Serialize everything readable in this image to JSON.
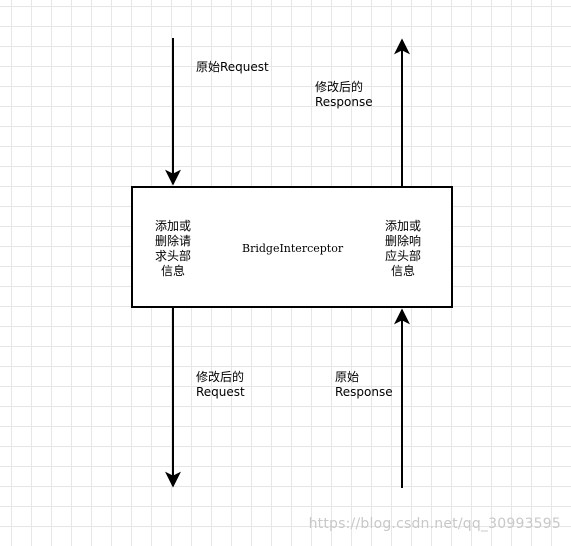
{
  "interceptor": {
    "name": "BridgeInterceptor",
    "left_text": "添加或\n删除请\n求头部\n信息",
    "right_text": "添加或\n删除响\n应头部\n信息"
  },
  "flows": {
    "original_request": "原始Request",
    "modified_response": "修改后的\nResponse",
    "modified_request": "修改后的\nRequest",
    "original_response": "原始\nResponse"
  },
  "watermark": "https://blog.csdn.net/qq_30993595",
  "colors": {
    "line": "#000000",
    "grid": "#e6e6e6",
    "box_fill": "#ffffff"
  }
}
